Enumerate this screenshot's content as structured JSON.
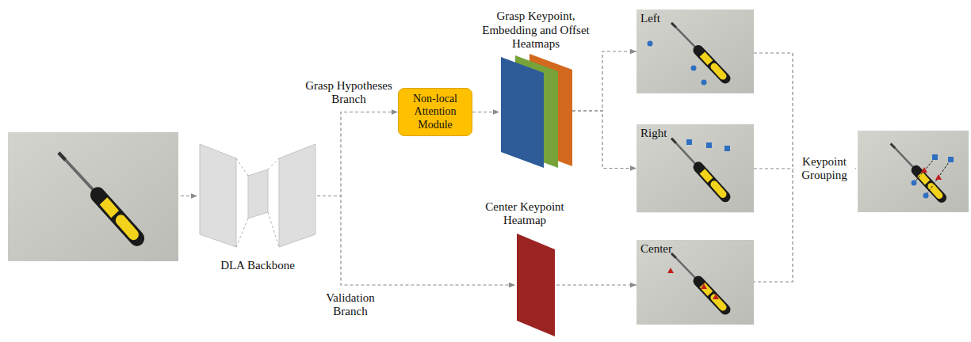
{
  "diagram": {
    "nodes": [
      {
        "text": [
          "DLA Backbone"
        ]
      },
      {
        "text": [
          "Non-local Attention Module"
        ]
      },
      {
        "text": [
          "Grasp Keypoint, Embedding and Offset Heatmaps"
        ]
      },
      {
        "text": [
          "Center Keypoint Heatmap"
        ]
      },
      {
        "text": [
          "Left"
        ]
      },
      {
        "text": [
          "Right"
        ]
      },
      {
        "text": [
          "Center"
        ]
      }
    ],
    "edges": [
      {
        "from": 0,
        "to": 1,
        "arrow": "to",
        "label": "Grasp Hypotheses Branch"
      },
      {
        "from": 0,
        "to": 3,
        "arrow": "to",
        "label": "Validation Branch"
      },
      {
        "from": 1,
        "to": 2,
        "arrow": "to"
      },
      {
        "from": 2,
        "to": 4,
        "arrow": "to"
      },
      {
        "from": 2,
        "to": 5,
        "arrow": "to"
      },
      {
        "from": 3,
        "to": 6,
        "arrow": "to"
      }
    ],
    "labels": [
      "Keypoint Grouping"
    ]
  }
}
